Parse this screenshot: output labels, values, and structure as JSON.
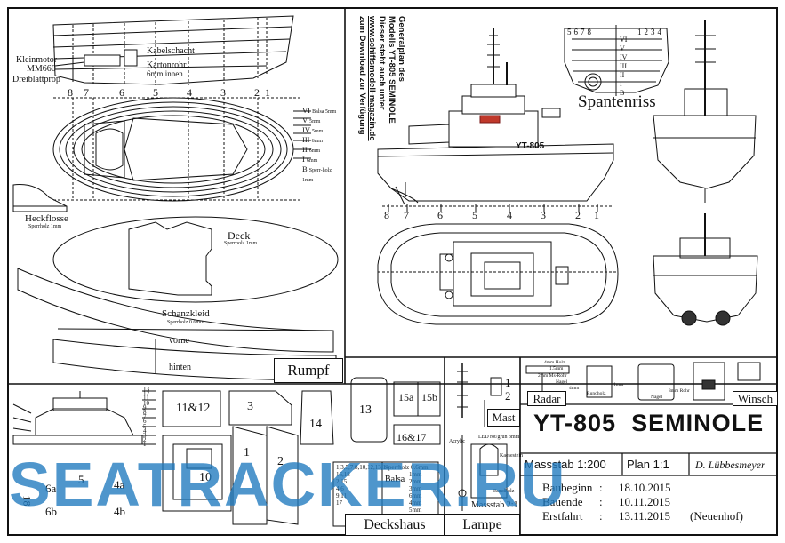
{
  "vertical_note": [
    "Generalplan des",
    "Modells YT-805 SEMINOLE",
    "Dieser steht auch unter",
    "www.schiffsmodell-magazin.de",
    "zum Download zur Verfügung"
  ],
  "hull_labels": {
    "kabelschacht": "Kabelschacht",
    "kleinmotor": "Kleinmotor",
    "mm660": "MM660",
    "kartonrohr": "Kartonrohr",
    "kartonrohr_size": "6mm innen",
    "dreiblattprop": "Dreiblattprop",
    "frames_top": [
      "8",
      "7",
      "6",
      "5",
      "4",
      "3",
      "2",
      "1"
    ],
    "layer_labels": [
      "VI",
      "V",
      "IV",
      "III",
      "II",
      "I",
      "B"
    ],
    "layer_notes": [
      "Balsa 5mm",
      "5mm",
      "5mm",
      "6mm",
      "6mm",
      "6mm",
      "Sperr-holz 1mm"
    ],
    "heckflosse": "Heckflosse",
    "heckflosse_note": "Sperrholz 1mm",
    "deck": "Deck",
    "deck_note": "Sperrholz 1mm",
    "schanzkleid": "Schanzkleid",
    "schanzkleid_note": "Sperrholz 0.6mm",
    "vorne": "vorne",
    "hinten": "hinten",
    "rumpf": "Rumpf"
  },
  "side_view": {
    "name": "YT-805",
    "frames": [
      "8",
      "7",
      "6",
      "5",
      "4",
      "3",
      "2",
      "1"
    ]
  },
  "spantenriss": {
    "title": "Spantenriss",
    "left_nums": [
      "5",
      "6",
      "7",
      "8"
    ],
    "right_nums": [
      "1",
      "2",
      "3",
      "4"
    ],
    "layers": [
      "VI",
      "V",
      "IV",
      "III",
      "II",
      "I",
      "B"
    ]
  },
  "deckshaus": {
    "label": "Deckshaus",
    "parts": [
      "11&12",
      "3",
      "13",
      "15a",
      "15b",
      "14",
      "16&17",
      "10",
      "1",
      "2",
      "5",
      "6a",
      "6b",
      "4a",
      "4b",
      "18"
    ],
    "material_table": {
      "parts": [
        "1,3,5,7,8,10,12,13,14",
        "16,18",
        "2,15",
        "4,6",
        "9,11",
        "17"
      ],
      "header": "Sperrholz 0.6mm",
      "balsa": "Balsa",
      "values": [
        "1mm",
        "2mm",
        "3mm",
        "6mm",
        "4mm",
        "5mm"
      ]
    },
    "callouts": [
      "13",
      "12",
      "11",
      "10",
      "9",
      "8",
      "7",
      "6",
      "5",
      "4",
      "3",
      "2",
      "1"
    ]
  },
  "mast": {
    "label": "Mast",
    "parts": [
      "1",
      "2"
    ]
  },
  "lampe": {
    "label": "Lampe",
    "massstab": "Massstab 2:1",
    "notes": [
      "Acrylic",
      "LED rot/grün 3mm",
      "Kaesestein",
      "Rundholz"
    ]
  },
  "radar": {
    "label": "Radar",
    "notes": [
      "4mm Holz",
      "1.5mm",
      "2mm Ms-Rohr",
      "Nagel",
      "4mm",
      "Rundholz",
      "1mm",
      "Nagel",
      "3mm Rohr"
    ]
  },
  "winsch": {
    "label": "Winsch"
  },
  "title_block": {
    "title": "YT-805",
    "subtitle": "SEMINOLE",
    "massstab": "Massstab 1:200",
    "plan": "Plan 1:1",
    "author": "D. Lübbesmeyer",
    "rows": [
      {
        "label": "Baubeginn",
        "value": "18.10.2015",
        "extra": ""
      },
      {
        "label": "Bauende",
        "value": "10.11.2015",
        "extra": ""
      },
      {
        "label": "Erstfahrt",
        "value": "13.11.2015",
        "extra": "(Neuenhof)"
      }
    ]
  },
  "watermark": "SEATRACKER.RU"
}
